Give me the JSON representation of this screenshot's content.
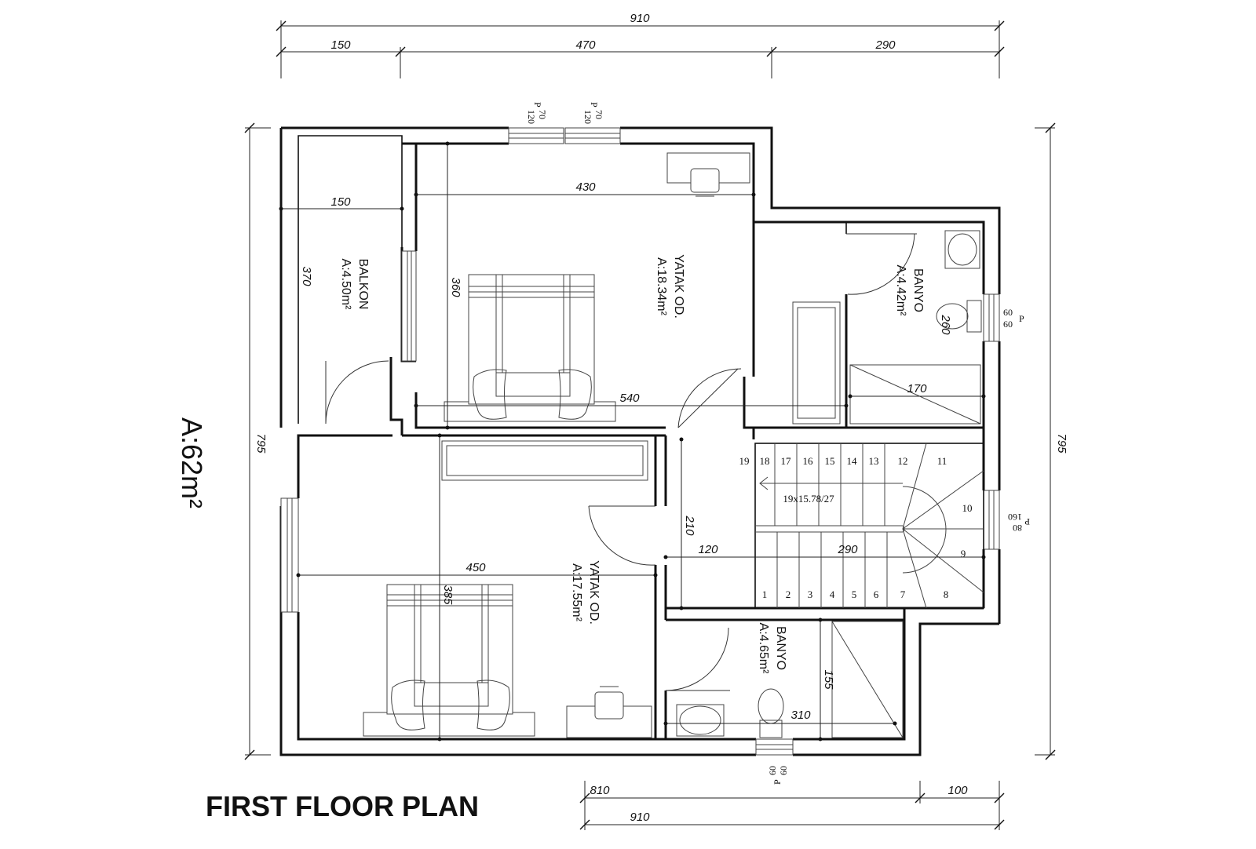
{
  "title": "FIRST FLOOR PLAN",
  "total_area": "A:62m²",
  "dimensions": {
    "top_total": "910",
    "top_left": "150",
    "top_mid": "470",
    "top_right": "290",
    "left_height": "795",
    "right_height": "795",
    "bottom_left": "810",
    "bottom_right": "100",
    "bottom_total": "910",
    "bed1_width": "430",
    "bed1_depth": "360",
    "bed1_lower": "540",
    "balcony_width": "150",
    "balcony_depth": "370",
    "bath1_width": "170",
    "bath1_depth": "260",
    "hall_width": "120",
    "hall_depth": "210",
    "stair_width": "290",
    "bed2_width": "450",
    "bed2_depth": "385",
    "bath2_width": "310",
    "bath2_depth": "155"
  },
  "rooms": {
    "balcony_name": "BALKON",
    "balcony_area": "A:4.50m²",
    "bed1_name": "YATAK OD.",
    "bed1_area": "A:18.34m²",
    "bath1_name": "BANYO",
    "bath1_area": "A:4.42m²",
    "bed2_name": "YATAK OD.",
    "bed2_area": "A:17.55m²",
    "bath2_name": "BANYO",
    "bath2_area": "A:4.65m²"
  },
  "stairs": {
    "spec": "19x15.78/27",
    "steps": [
      "1",
      "2",
      "3",
      "4",
      "5",
      "6",
      "7",
      "8",
      "9",
      "10",
      "11",
      "12",
      "13",
      "14",
      "15",
      "16",
      "17",
      "18",
      "19"
    ]
  },
  "windows": {
    "w1": {
      "num": "70",
      "den": "120",
      "type": "P"
    },
    "w2": {
      "num": "70",
      "den": "120",
      "type": "P"
    },
    "w3": {
      "num": "60",
      "den": "60",
      "type": "P"
    },
    "w4": {
      "num": "80",
      "den": "160",
      "type": "P"
    },
    "w5": {
      "num": "60",
      "den": "60",
      "type": "P"
    }
  }
}
